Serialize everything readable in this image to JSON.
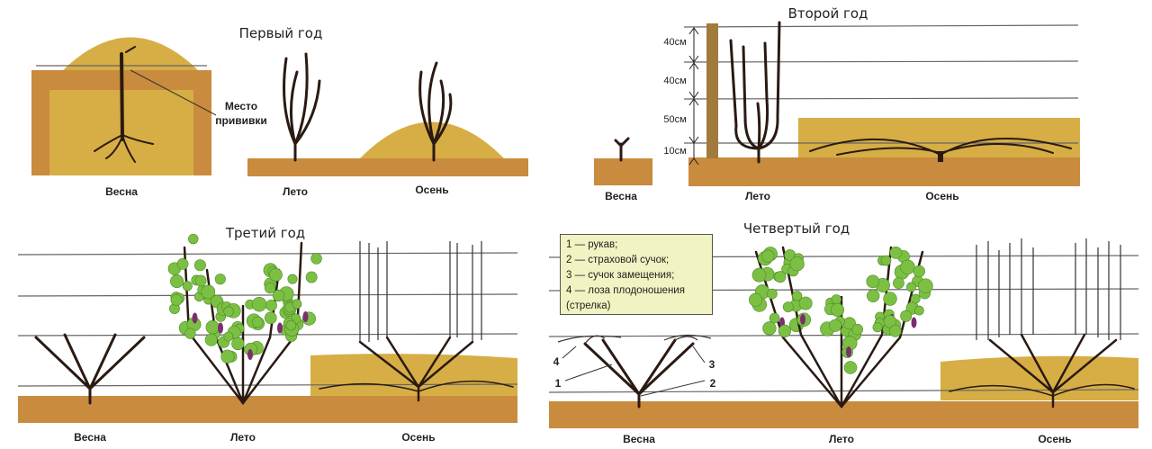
{
  "colors": {
    "soil": "#c98b3e",
    "mound": "#d6ae45",
    "leaf": "#7cc043",
    "grape": "#7a2f6e",
    "legend_bg": "#f2f3c2"
  },
  "year1": {
    "title": "Первый год",
    "graft_label_1": "Место",
    "graft_label_2": "прививки",
    "spring": "Весна",
    "summer": "Лето",
    "autumn": "Осень"
  },
  "year2": {
    "title": "Второй год",
    "spring": "Весна",
    "summer": "Лето",
    "autumn": "Осень",
    "dimensions": [
      "40см",
      "40см",
      "50см",
      "10см"
    ]
  },
  "year3": {
    "title": "Третий год",
    "spring": "Весна",
    "summer": "Лето",
    "autumn": "Осень"
  },
  "year4": {
    "title": "Четвертый год",
    "spring": "Весна",
    "summer": "Лето",
    "autumn": "Осень",
    "legend": [
      "1 — рукав;",
      "2 — страховой сучок;",
      "3 — сучок замещения;",
      "4 — лоза плодоношения",
      "(стрелка)"
    ],
    "markers": [
      "1",
      "2",
      "3",
      "4"
    ]
  }
}
